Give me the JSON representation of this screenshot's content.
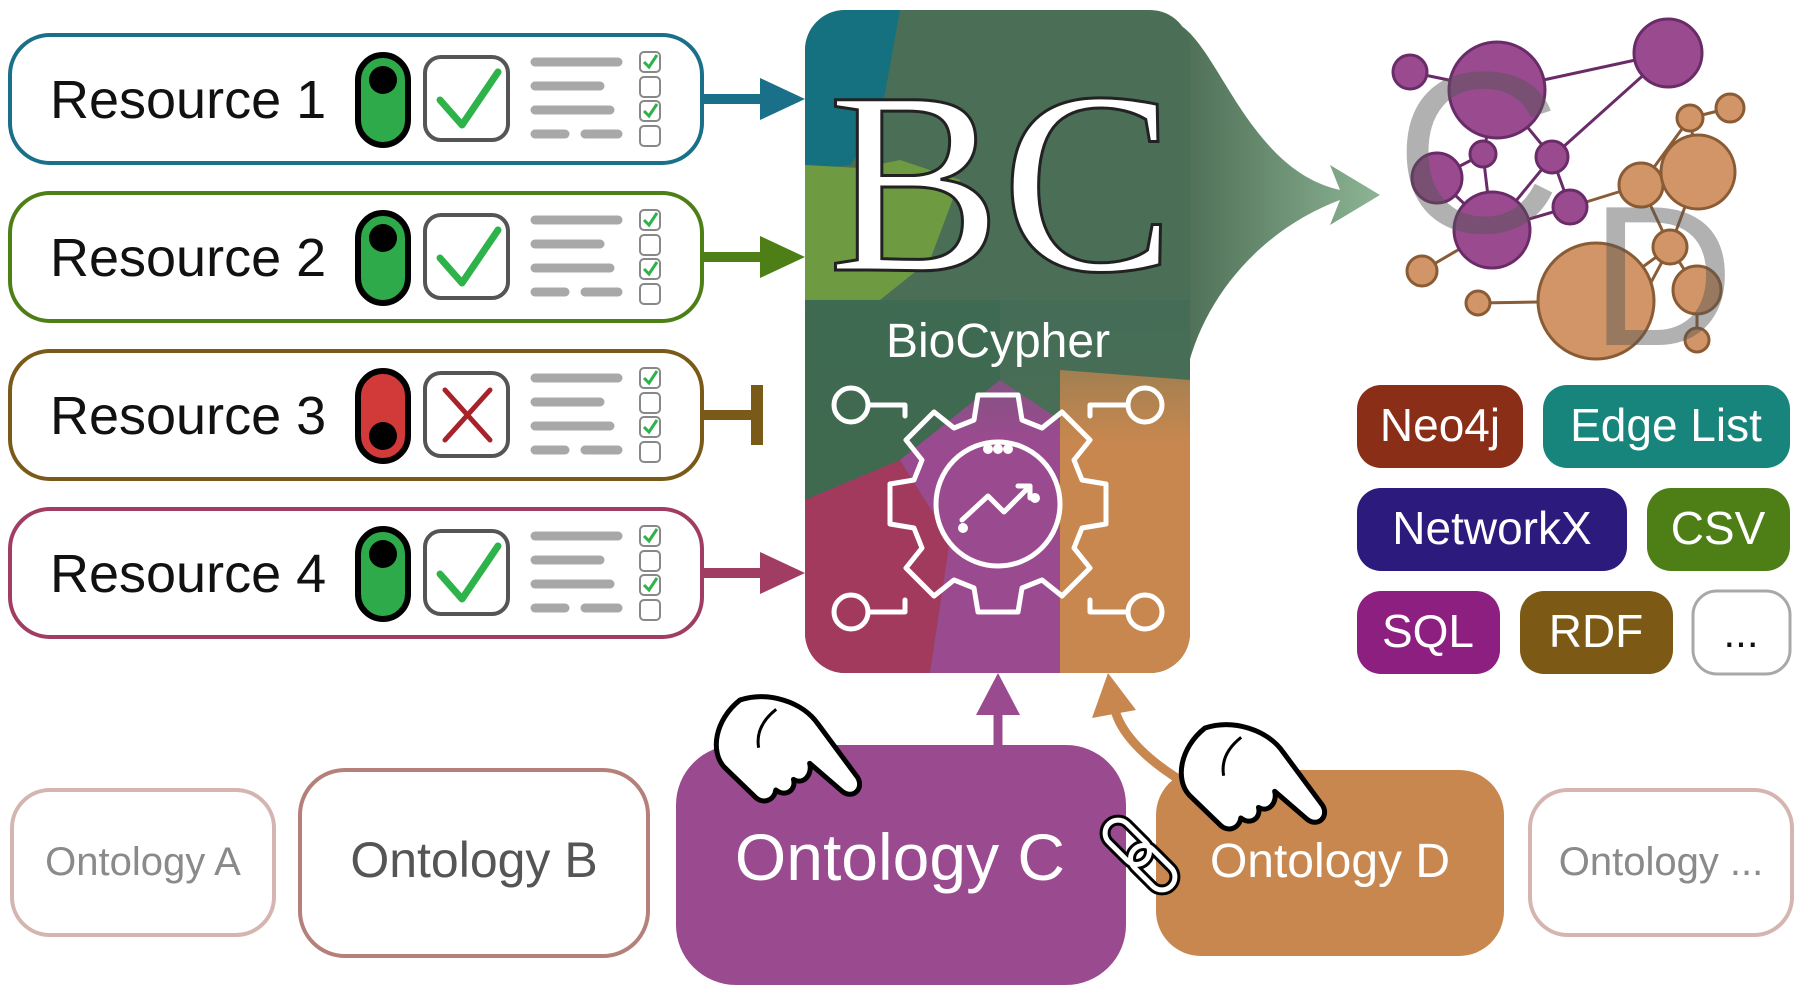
{
  "resources": [
    {
      "label": "Resource 1",
      "status": "on",
      "valid": true,
      "color": "#1a7088"
    },
    {
      "label": "Resource 2",
      "status": "on",
      "valid": true,
      "color": "#4e7f16"
    },
    {
      "label": "Resource 3",
      "status": "off",
      "valid": false,
      "color": "#7a5a18"
    },
    {
      "label": "Resource 4",
      "status": "on",
      "valid": true,
      "color": "#a13d63"
    }
  ],
  "center": {
    "logo_letters": "BC",
    "name": "BioCypher",
    "icon": "gear-chart-icon"
  },
  "outputs": [
    {
      "label": "Neo4j",
      "color": "#8a2e17"
    },
    {
      "label": "Edge List",
      "color": "#17857b"
    },
    {
      "label": "NetworkX",
      "color": "#2d1a7d"
    },
    {
      "label": "CSV",
      "color": "#4e7f16"
    },
    {
      "label": "SQL",
      "color": "#8c1f80"
    },
    {
      "label": "RDF",
      "color": "#7c5a16"
    },
    {
      "label": "...",
      "color": "#ffffff"
    }
  ],
  "ontologies": [
    {
      "label": "Ontology A"
    },
    {
      "label": "Ontology B"
    },
    {
      "label": "Ontology C",
      "color": "#9a4b8f"
    },
    {
      "label": "Ontology D",
      "color": "#c7874f"
    },
    {
      "label": "Ontology ..."
    }
  ],
  "graph_letters": [
    "C",
    "D"
  ],
  "colors": {
    "purple": "#9a4b8f",
    "tan": "#c7874f",
    "toggle_on": "#2eaa4a",
    "toggle_off": "#d23a3a",
    "check": "#2db34a",
    "cross": "#a8222a"
  }
}
